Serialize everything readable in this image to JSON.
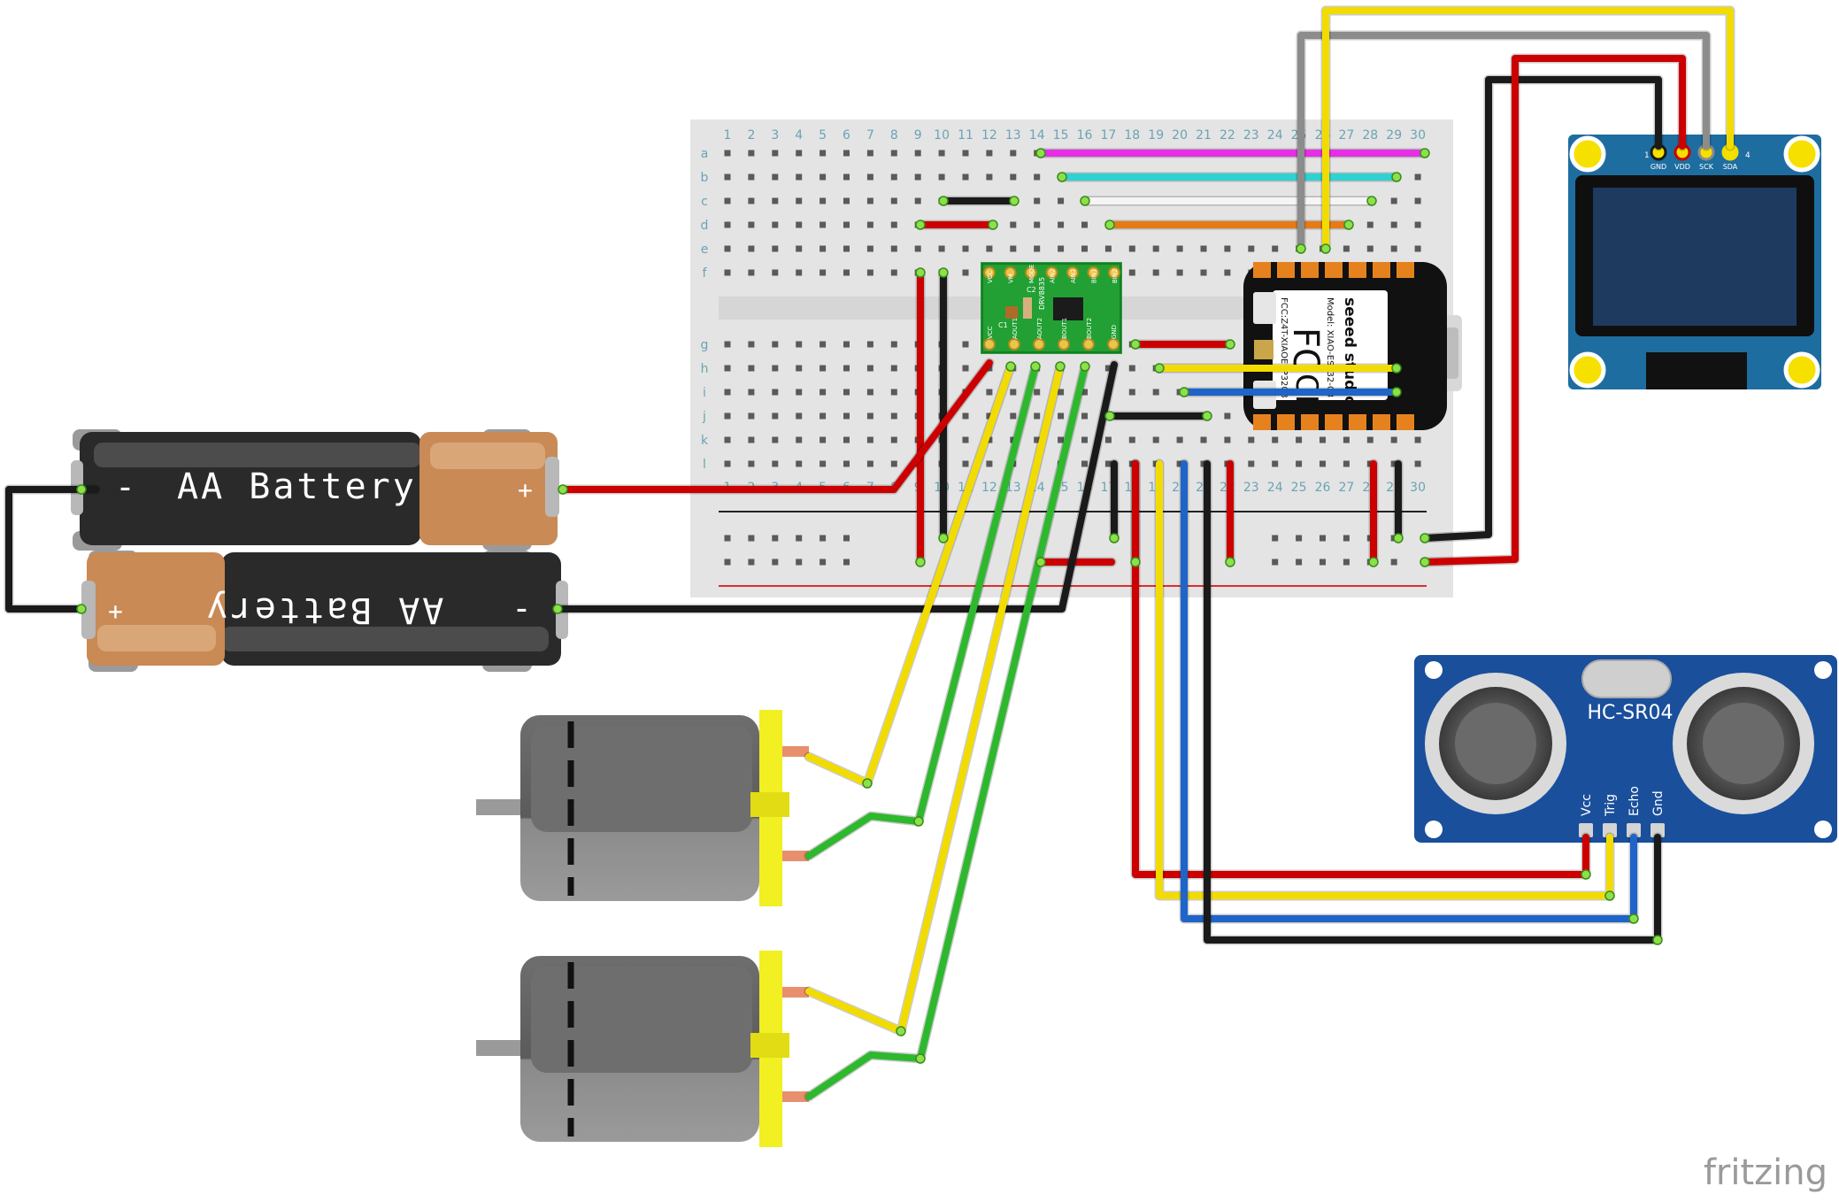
{
  "breadboard": {
    "col_numbers": [
      "1",
      "2",
      "3",
      "4",
      "5",
      "6",
      "7",
      "8",
      "9",
      "10",
      "11",
      "12",
      "13",
      "14",
      "15",
      "16",
      "17",
      "18",
      "19",
      "20",
      "21",
      "22",
      "23",
      "24",
      "25",
      "26",
      "27",
      "28",
      "29",
      "30"
    ],
    "row_letters_top": [
      "a",
      "b",
      "c",
      "d",
      "e",
      "f"
    ],
    "row_letters_bottom": [
      "g",
      "h",
      "i",
      "j",
      "k",
      "l"
    ]
  },
  "batteries": [
    {
      "label": "AA Battery",
      "minus": "-",
      "plus": "+"
    },
    {
      "label": "AA Battery",
      "minus": "-",
      "plus": "+"
    }
  ],
  "driver": {
    "chip": "DRV8835",
    "top_pins": [
      "VCC",
      "VM",
      "MODE",
      "AIN2",
      "AIN1",
      "BIN1",
      "BIN2"
    ],
    "bottom_pins": [
      "VCC",
      "AOUT1",
      "AOUT2",
      "BOUT1",
      "BOUT2",
      "GND"
    ],
    "caps": [
      "C1",
      "C2"
    ]
  },
  "mcu": {
    "brand": "seeed studio",
    "model": "Model: XIAO-ESP32-C3",
    "fcc": "FCC:Z4T-XIAOESP32C3"
  },
  "oled": {
    "pin_labels": [
      "GND",
      "VDD",
      "SCK",
      "SDA"
    ],
    "pin_first": "1",
    "pin_last": "4"
  },
  "sensor": {
    "title": "HC-SR04",
    "pins": [
      "Vcc",
      "Trig",
      "Echo",
      "Gnd"
    ]
  },
  "watermark": "fritzing",
  "colors": {
    "red": "#cc0000",
    "black": "#1a1a1a",
    "yellow": "#f2dc00",
    "green": "#2eb82e",
    "blue": "#1f64c8",
    "gray": "#8c8c8c",
    "magenta": "#e62ee6",
    "cyan": "#2ed2d2",
    "orange": "#e67a14",
    "white": "#f5f5f5",
    "board_blue": "#1a4f9c",
    "driver_green": "#22a033"
  }
}
